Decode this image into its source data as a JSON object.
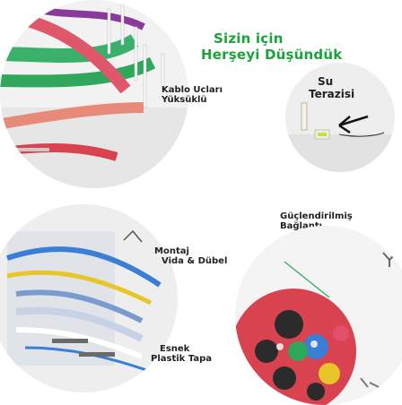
{
  "headline": {
    "line1": "Sizin için",
    "line2": "Herşeyi  Düşündük"
  },
  "callouts": {
    "cable_tips": {
      "line1": "Kablo Ucları",
      "line2": "Yüksüklü"
    },
    "spirit_level": {
      "line1": "Su",
      "line2": "Terazisi"
    },
    "reinforced": {
      "line1": "Güçlendirilmiş",
      "line2": "Bağlantı"
    },
    "mounting": {
      "line1": "Montaj",
      "line2": "Vida & Dübel"
    },
    "plug": {
      "line1": "Esnek",
      "line2": "Plastik Tapa"
    }
  },
  "colors": {
    "brand_green": "#1aa33a",
    "cable_red": "#d9434f",
    "cable_green": "#2fa85c",
    "cable_blue": "#3a7fd5",
    "cable_yellow": "#e8c62a",
    "cable_dark": "#2b2b2b"
  }
}
